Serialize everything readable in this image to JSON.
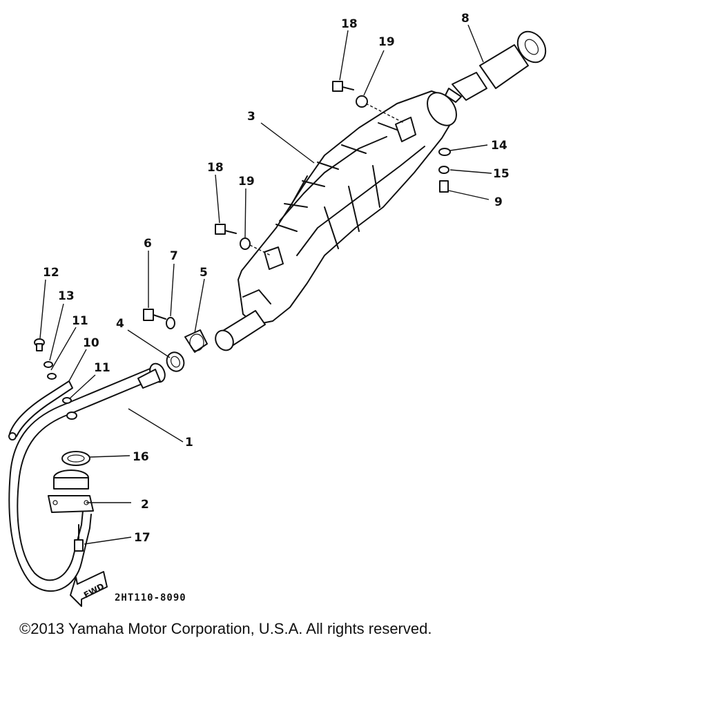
{
  "diagram": {
    "callouts": [
      {
        "id": "c1",
        "label": "1"
      },
      {
        "id": "c2",
        "label": "2"
      },
      {
        "id": "c3",
        "label": "3"
      },
      {
        "id": "c4",
        "label": "4"
      },
      {
        "id": "c5",
        "label": "5"
      },
      {
        "id": "c6",
        "label": "6"
      },
      {
        "id": "c7",
        "label": "7"
      },
      {
        "id": "c8",
        "label": "8"
      },
      {
        "id": "c9",
        "label": "9"
      },
      {
        "id": "c10",
        "label": "10"
      },
      {
        "id": "c11a",
        "label": "11"
      },
      {
        "id": "c11b",
        "label": "11"
      },
      {
        "id": "c12",
        "label": "12"
      },
      {
        "id": "c13",
        "label": "13"
      },
      {
        "id": "c14",
        "label": "14"
      },
      {
        "id": "c15",
        "label": "15"
      },
      {
        "id": "c16",
        "label": "16"
      },
      {
        "id": "c17",
        "label": "17"
      },
      {
        "id": "c18a",
        "label": "18"
      },
      {
        "id": "c18b",
        "label": "18"
      },
      {
        "id": "c19a",
        "label": "19"
      },
      {
        "id": "c19b",
        "label": "19"
      }
    ],
    "fwd_label": "FWD",
    "part_code": "2HT110-8090"
  },
  "footer": {
    "copyright": "©2013 Yamaha Motor Corporation, U.S.A. All rights reserved."
  }
}
